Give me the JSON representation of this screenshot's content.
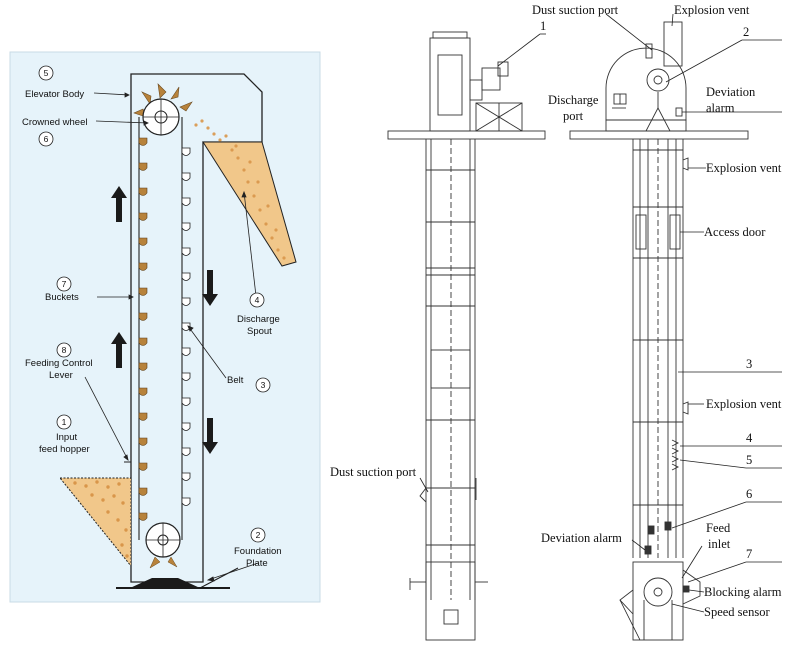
{
  "left_diagram": {
    "labels": {
      "n5": "5",
      "elevator_body": "Elevator Body",
      "crowned_wheel": "Crowned wheel",
      "n6": "6",
      "n7": "7",
      "buckets": "Buckets",
      "n8": "8",
      "feeding_control_1": "Feeding Control",
      "feeding_control_2": "Lever",
      "n1": "1",
      "input_1": "Input",
      "input_2": "feed hopper",
      "n4": "4",
      "discharge_1": "Discharge",
      "discharge_2": "Spout",
      "belt": "Belt",
      "n3": "3",
      "n2": "2",
      "foundation_1": "Foundation",
      "foundation_2": "Plate"
    },
    "colors": {
      "background": "#e6f3fa",
      "grain": "#e0a55a",
      "bucket": "#b7823b",
      "arrow": "#1a1a1a"
    }
  },
  "right_diagram": {
    "labels": {
      "dust_suction_top": "Dust suction port",
      "explosion_vent_top": "Explosion vent",
      "n1": "1",
      "n2": "2",
      "discharge_port_1": "Discharge",
      "discharge_port_2": "port",
      "deviation_alarm_top_1": "Deviation",
      "deviation_alarm_top_2": "alarm",
      "explosion_vent_mid": "Explosion vent",
      "access_door": "Access door",
      "n3": "3",
      "explosion_vent_low": "Explosion vent",
      "n4": "4",
      "n5": "5",
      "dust_suction_low": "Dust suction port",
      "n6": "6",
      "feed_inlet_1": "Feed",
      "feed_inlet_2": "inlet",
      "deviation_alarm_low": "Deviation alarm",
      "n7": "7",
      "blocking_alarm": "Blocking alarm",
      "speed_sensor": "Speed sensor"
    }
  }
}
